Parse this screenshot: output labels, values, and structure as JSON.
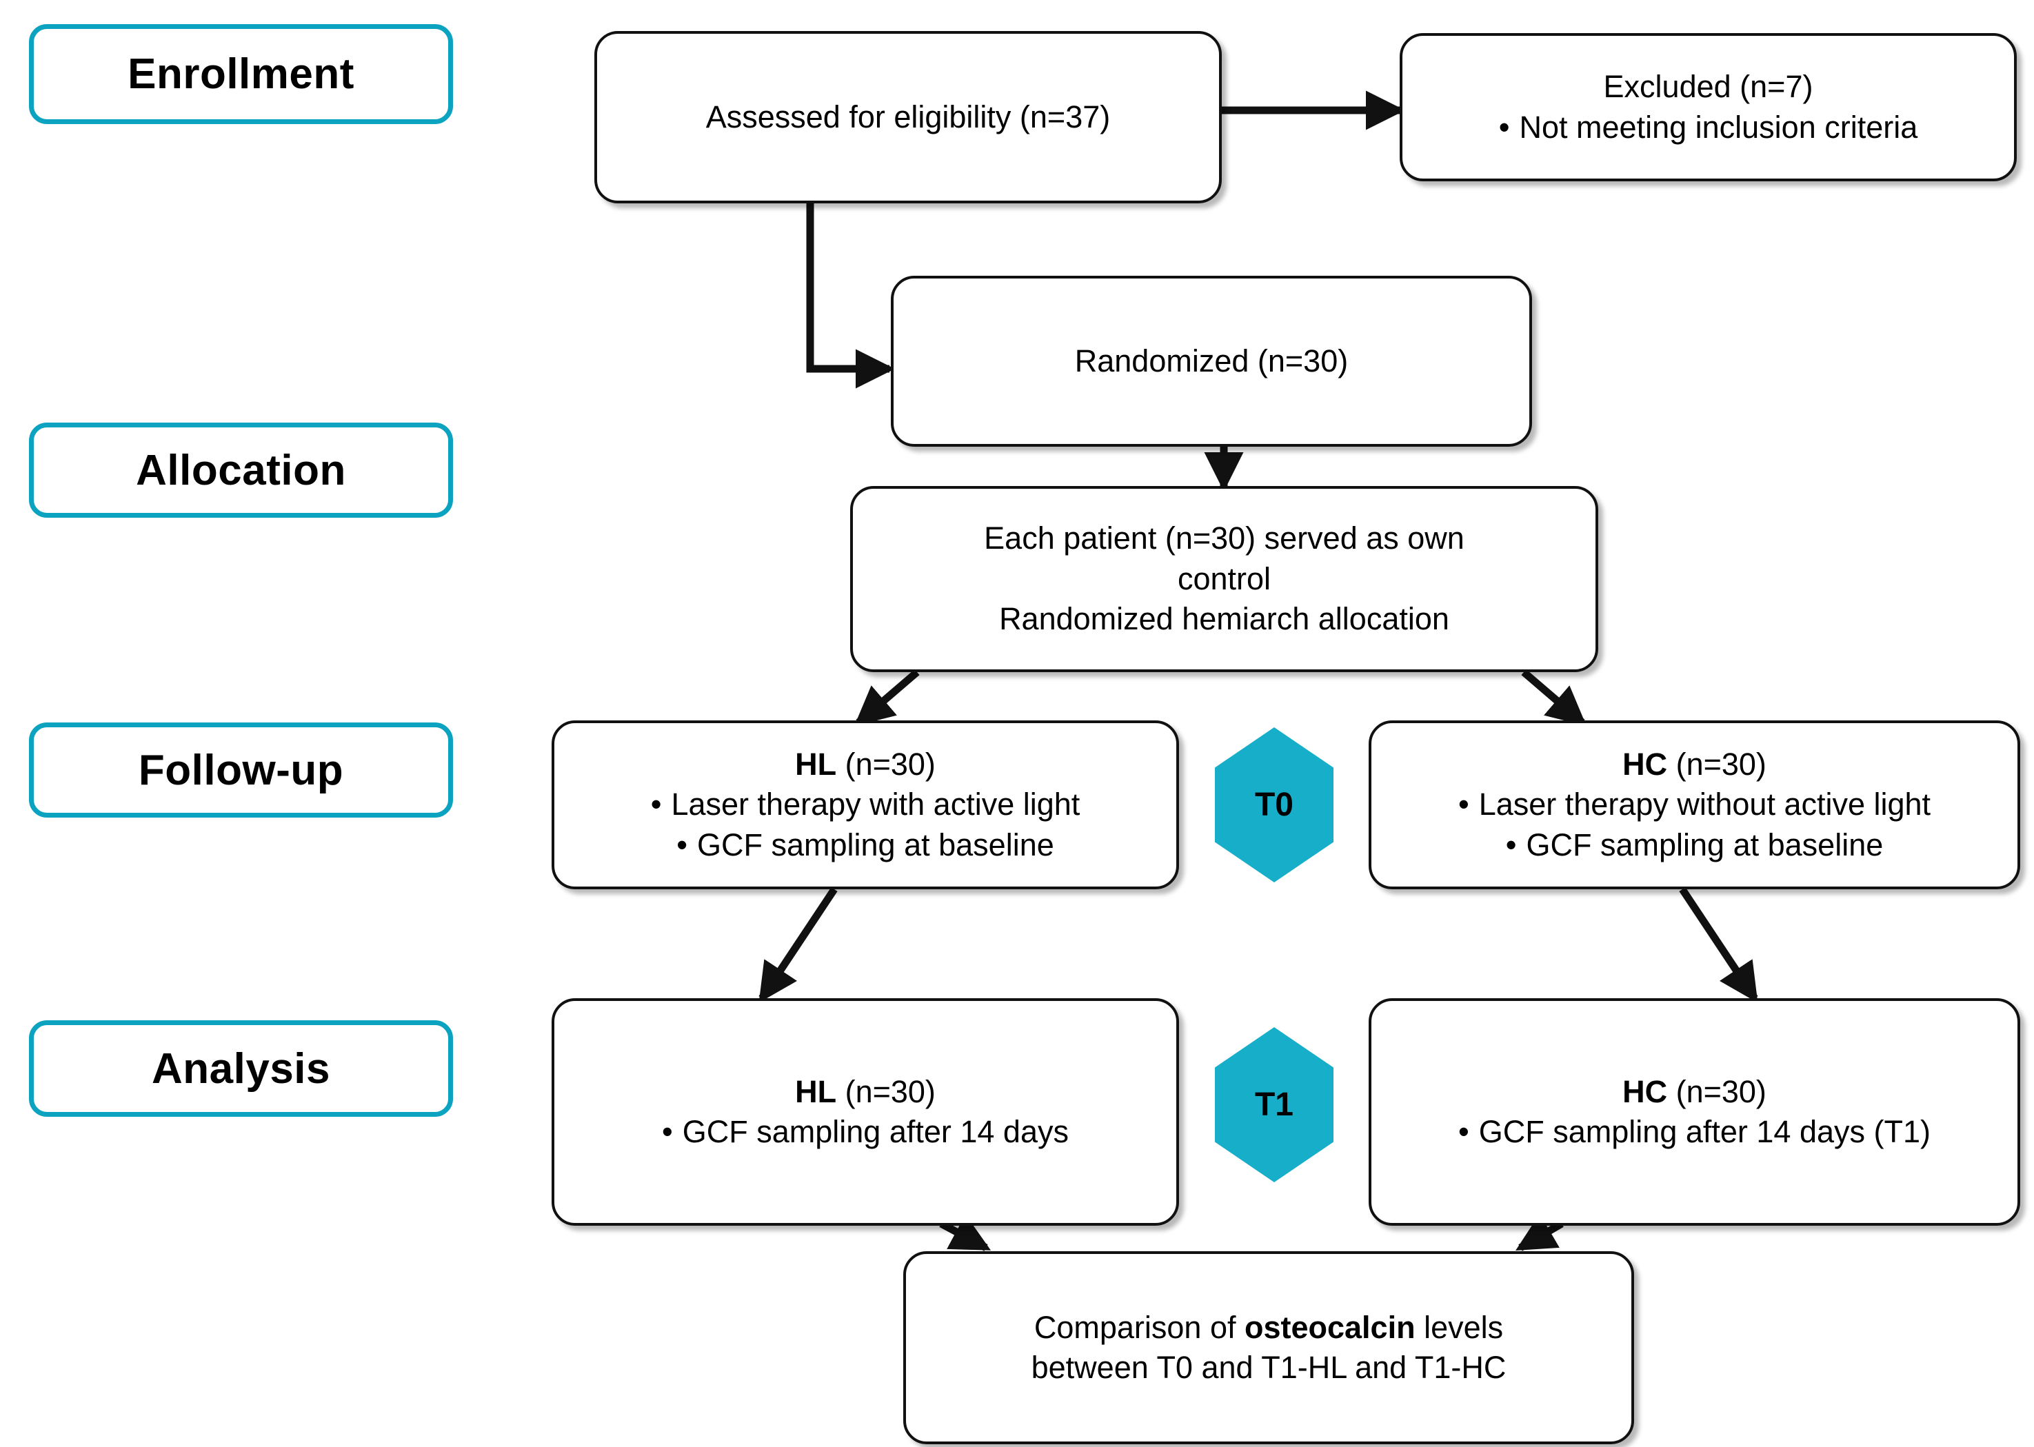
{
  "diagram": {
    "title": "CONSORT participant flow diagram",
    "accent_color": "#0BA3C0",
    "hex_fill_color": "#16AEC9",
    "box_border_color": "#111111",
    "background_color": "#FFFFFF"
  },
  "stages": [
    {
      "label": "Enrollment"
    },
    {
      "label": "Allocation"
    },
    {
      "label": "Follow-up"
    },
    {
      "label": "Analysis"
    }
  ],
  "nodes": {
    "assessed": {
      "line1": "Assessed for eligibility (n=37)"
    },
    "excluded": {
      "line1": "Excluded (n=7)",
      "bullet1": "Not meeting inclusion criteria"
    },
    "randomized": {
      "line1": "Randomized (n=30)"
    },
    "allocation": {
      "line1": "Each patient (n=30) served as own",
      "line2": "control",
      "line3": "Randomized hemiarch allocation"
    },
    "hl_followup": {
      "group": "HL",
      "count": " (n=30)",
      "bullet1": "Laser therapy with active light",
      "bullet2": "GCF sampling at baseline"
    },
    "hc_followup": {
      "group": "HC",
      "count": " (n=30)",
      "bullet1": "Laser therapy without active light",
      "bullet2": "GCF sampling at baseline"
    },
    "hl_analysis": {
      "group": "HL",
      "count": " (n=30)",
      "bullet1": "GCF sampling after 14 days"
    },
    "hc_analysis": {
      "group": "HC",
      "count": " (n=30)",
      "bullet1": "GCF sampling after 14 days (T1)"
    },
    "comparison": {
      "line1_pre": "Comparison of ",
      "line1_bold": "osteocalcin",
      "line1_post": " levels",
      "line2": "between T0 and T1-HL and T1-HC"
    }
  },
  "time_markers": [
    {
      "label": "T0"
    },
    {
      "label": "T1"
    }
  ]
}
